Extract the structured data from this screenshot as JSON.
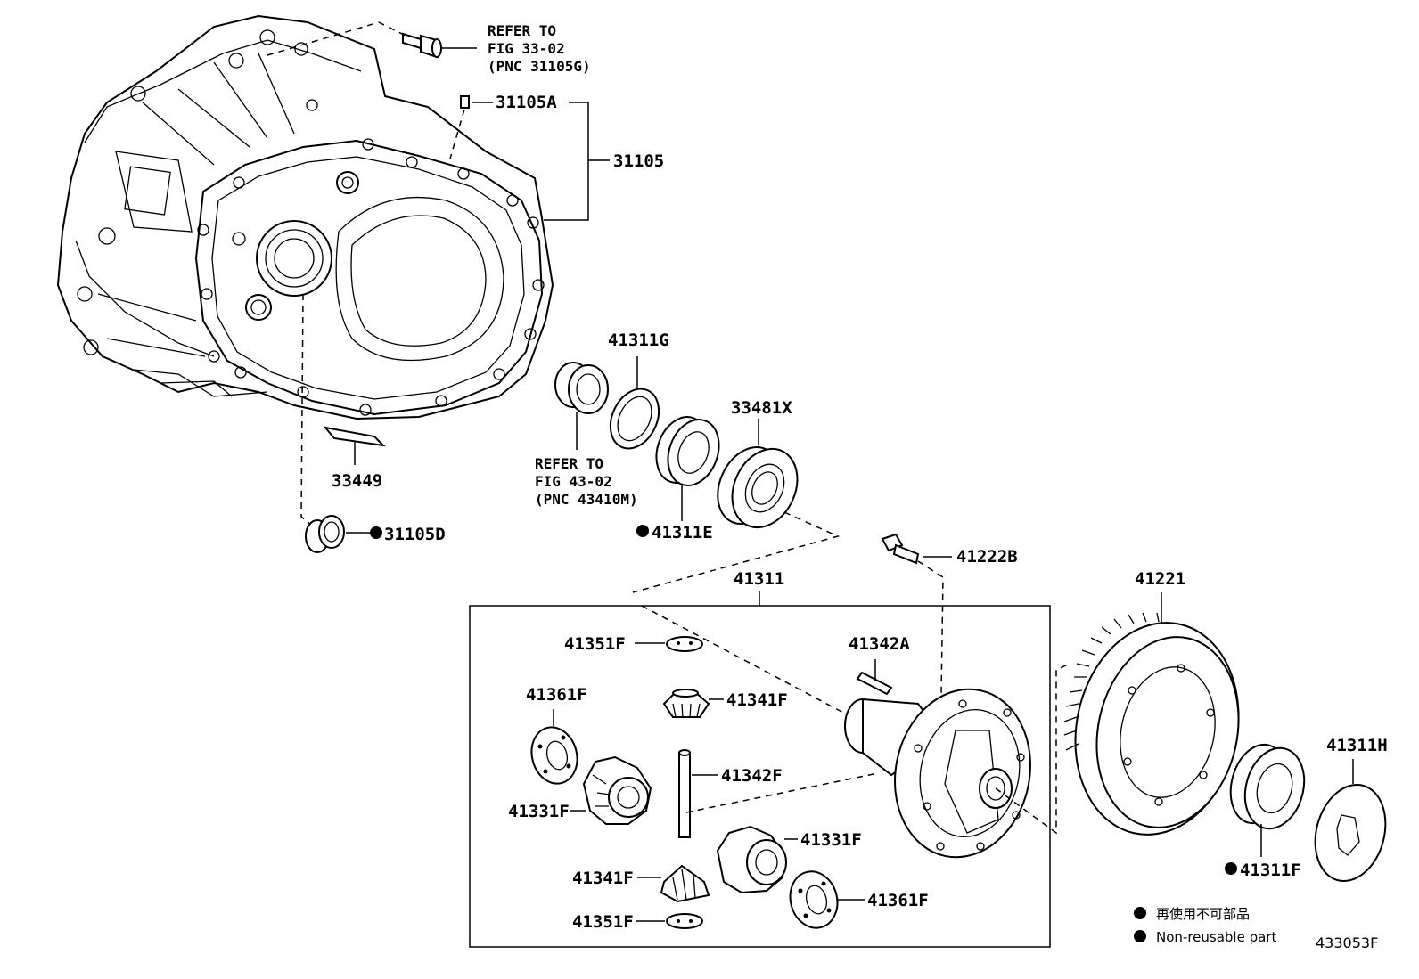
{
  "labels": {
    "refer_fig_33_02": [
      "REFER TO",
      "FIG 33-02",
      "(PNC 31105G)"
    ],
    "p31105A": "31105A",
    "p31105": "31105",
    "p41311G": "41311G",
    "p33481X": "33481X",
    "refer_fig_43_02": [
      "REFER TO",
      "FIG 43-02",
      "(PNC 43410M)"
    ],
    "p33449": "33449",
    "p31105D": "31105D",
    "p41311E": "41311E",
    "p41222B": "41222B",
    "p41311": "41311",
    "p41221": "41221",
    "p41351F_top": "41351F",
    "p41342A": "41342A",
    "p41361F_left": "41361F",
    "p41341F_top": "41341F",
    "p41342F": "41342F",
    "p41331F_left": "41331F",
    "p41331F_right": "41331F",
    "p41341F_bottom": "41341F",
    "p41361F_right": "41361F",
    "p41351F_bottom": "41351F",
    "p41311H": "41311H",
    "p41311F": "41311F"
  },
  "legend": {
    "japanese": "再使用不可部品",
    "english": "Non-reusable part"
  },
  "figure_code": "433053F"
}
